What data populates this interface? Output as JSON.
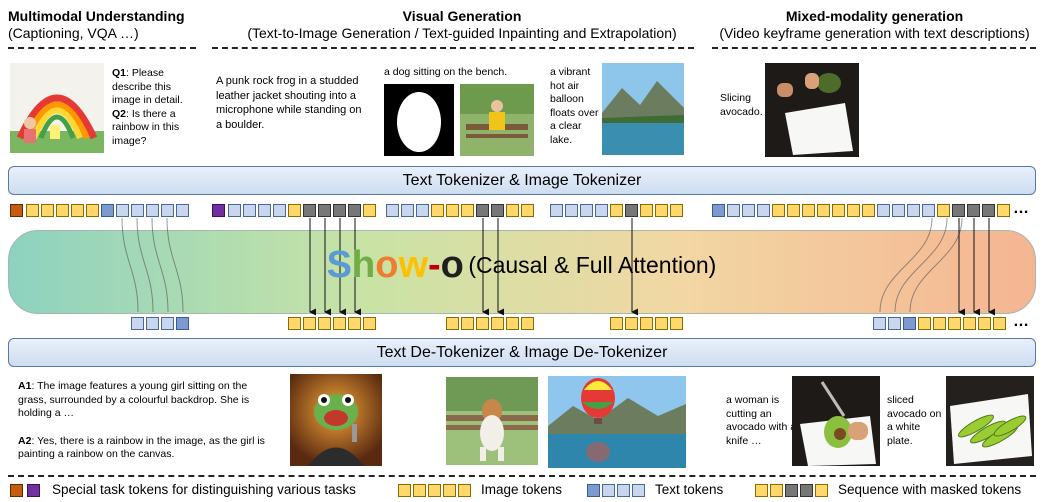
{
  "sections": {
    "left": {
      "title": "Multimodal Understanding",
      "subtitle": "(Captioning, VQA …)"
    },
    "middle": {
      "title": "Visual Generation",
      "subtitle": "(Text-to-Image Generation / Text-guided Inpainting and Extrapolation)"
    },
    "right": {
      "title": "Mixed-modality generation",
      "subtitle": "(Video keyframe generation with text descriptions)"
    }
  },
  "inputs": {
    "q1_label": "Q1",
    "q1_text": ": Please describe this image in detail.",
    "q2_label": "Q2",
    "q2_text": ": Is there a rainbow in this image?",
    "t2i_prompt": "A punk rock frog in a studded leather jacket shouting into a microphone while standing on a boulder.",
    "inpaint_prompt": "a dog sitting on the bench.",
    "extrap_prompt": "a vibrant hot air balloon floats over a clear lake.",
    "mixed_prompt": "Slicing avocado."
  },
  "bars": {
    "tokenizer": "Text Tokenizer & Image Tokenizer",
    "detokenizer": "Text De-Tokenizer & Image De-Tokenizer"
  },
  "model": {
    "name_parts": [
      "S",
      "h",
      "o",
      "w",
      "-",
      "o"
    ],
    "name_colors": [
      "#5b9bd5",
      "#70ad47",
      "#ed7d31",
      "#ffc000",
      "#c00000",
      "#1f1f1f"
    ],
    "suffix": "(Causal & Full Attention)"
  },
  "outputs": {
    "a1_label": "A1",
    "a1_text": ": The image features a young girl sitting on the grass, surrounded by a colourful backdrop. She is holding a …",
    "a2_label": "A2",
    "a2_text": ": Yes, there is a rainbow in the image, as the girl is painting a rainbow on the canvas.",
    "mixed_out_1": "a woman is cutting an avocado with a knife …",
    "mixed_out_2": "sliced avocado on a white plate."
  },
  "ellipsis": "…",
  "legend": {
    "special": "Special task tokens for distinguishing various tasks",
    "image": "Image tokens",
    "text": "Text tokens",
    "masked": "Sequence with masked tokens"
  }
}
